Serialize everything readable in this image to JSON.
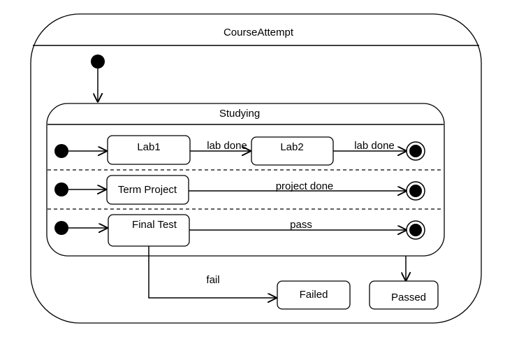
{
  "diagram": {
    "outer_state": {
      "name": "CourseAttempt"
    },
    "composite_state": {
      "name": "Studying"
    },
    "states": {
      "lab1": "Lab1",
      "lab2": "Lab2",
      "term_project": "Term Project",
      "final_test": "Final Test",
      "failed": "Failed",
      "passed": "Passed"
    },
    "transitions": {
      "lab1_to_lab2": "lab done",
      "lab2_to_final": "lab done",
      "project_done": "project done",
      "pass": "pass",
      "fail": "fail"
    }
  }
}
